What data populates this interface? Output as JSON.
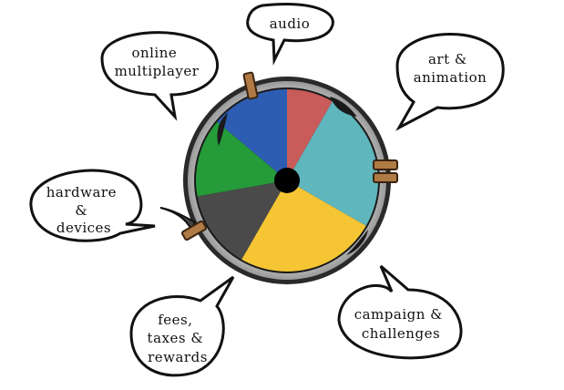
{
  "chart_data": {
    "type": "pie",
    "categories": [
      "audio",
      "art & animation",
      "campaign & challenges",
      "fees, taxes & rewards",
      "hardware & devices",
      "online multiplayer"
    ],
    "values": [
      8.3,
      25,
      25,
      13.9,
      13.9,
      13.9
    ],
    "colors": [
      "#c95b5b",
      "#5fb6bd",
      "#f5c534",
      "#4a4a4a",
      "#259b39",
      "#2d5db3"
    ]
  },
  "labels": {
    "audio": [
      "audio"
    ],
    "art": [
      "art &",
      "animation"
    ],
    "campaign": [
      "campaign &",
      "challenges"
    ],
    "fees": [
      "fees,",
      "taxes &",
      "rewards"
    ],
    "hardware": [
      "hardware",
      "&",
      "devices"
    ],
    "online": [
      "online",
      "multiplayer"
    ]
  }
}
